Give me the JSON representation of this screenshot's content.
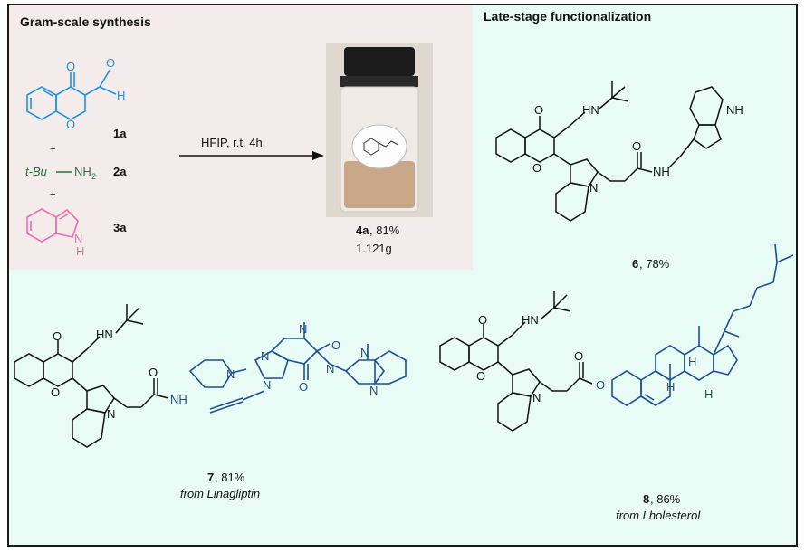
{
  "gram_scale": {
    "title": "Gram-scale synthesis",
    "r1_label": "1a",
    "r1_atoms": {
      "O_ketone": "O",
      "O_ring": "O",
      "O_ald": "O",
      "H_ald": "H"
    },
    "r2_label": "2a",
    "r2_formula": "t-Bu",
    "r2_nh2": "NH",
    "r2_sub": "2",
    "r3_label": "3a",
    "r3_atoms": {
      "N": "N",
      "H": "H"
    },
    "plus": "+",
    "conditions": "HFIP, r.t. 4h",
    "product_bold": "4a",
    "product_yield": ", 81%",
    "product_mass": "1.121g"
  },
  "late_stage": {
    "title": "Late-stage functionalization",
    "c6_bold": "6",
    "c6_yield": ", 78%",
    "c7_bold": "7",
    "c7_yield": ", 81%",
    "c7_source": "from Linagliptin",
    "c8_bold": "8",
    "c8_yield": ", 86%",
    "c8_source": "from Lholesterol"
  },
  "atoms": {
    "O": "O",
    "N": "N",
    "H": "H",
    "NH": "NH",
    "HN": "HN"
  },
  "colors": {
    "blue": "#1e90e8",
    "green": "#1a7a3a",
    "pink": "#f06bb0",
    "navy": "#1a4f9a",
    "black": "#111111"
  }
}
